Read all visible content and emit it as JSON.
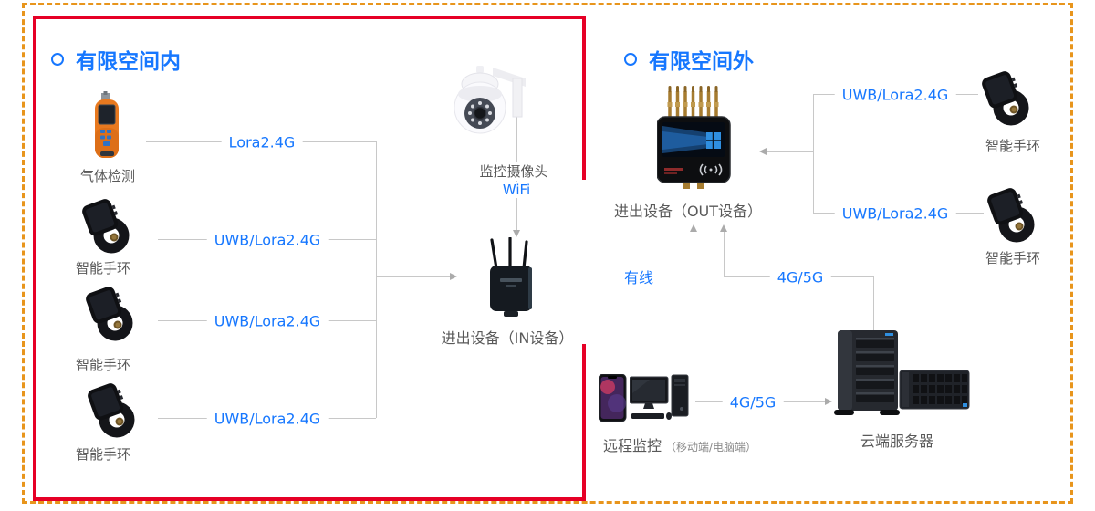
{
  "sections": {
    "inside": {
      "title": "有限空间内"
    },
    "outside": {
      "title": "有限空间外"
    }
  },
  "devices": {
    "gas_detector": {
      "label": "气体检测"
    },
    "bracelet": {
      "label": "智能手环"
    },
    "camera": {
      "label": "监控摄像头",
      "link": "WiFi"
    },
    "in_device": {
      "label": "进出设备（IN设备）"
    },
    "out_device": {
      "label": "进出设备（OUT设备）"
    },
    "cloud_server": {
      "label": "云端服务器"
    },
    "remote_monitor": {
      "label": "远程监控",
      "sublabel": "（移动端/电脑端）"
    }
  },
  "links": {
    "lora": "Lora2.4G",
    "uwb_lora": "UWB/Lora2.4G",
    "wired": "有线",
    "cellular": "4G/5G"
  },
  "colors": {
    "title_blue": "#1677FF",
    "link_label_blue": "#1677FF",
    "inner_border_red": "#E60026",
    "outer_border_orange": "#E8951C",
    "connector_gray": "#C8C8C8",
    "device_label_gray": "#595959"
  }
}
